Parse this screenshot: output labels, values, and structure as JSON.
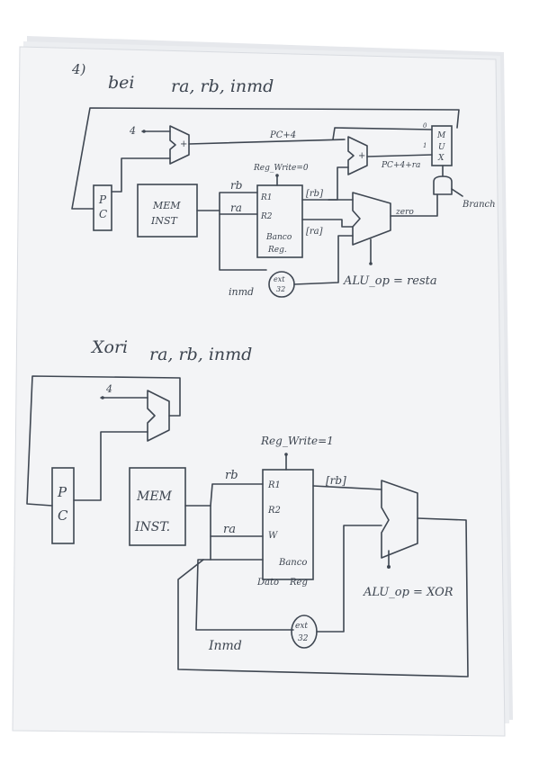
{
  "top_diagram": {
    "problem_number": "4)",
    "instruction": "bei",
    "operands": "ra, rb, inmd",
    "const_four": "4",
    "pc_plus_4": "PC+4",
    "reg_write": "Reg_Write=0",
    "pc_box": [
      "P",
      "C"
    ],
    "mem_inst": [
      "MEM",
      "INST"
    ],
    "rb": "rb",
    "ra": "ra",
    "r1": "R1",
    "r2": "R2",
    "banco": "Banco",
    "reg": "Reg.",
    "rb_val": "[rb]",
    "ra_val": "[ra]",
    "pc4_plus_ra": "PC+4+ra",
    "zero": "zero",
    "branch": "Branch",
    "mux": [
      "M",
      "U",
      "X"
    ],
    "mux_in0": "0",
    "mux_in1": "1",
    "inmd": "inmd",
    "ext": [
      "ext",
      "32"
    ],
    "alu_op": "ALU_op = resta"
  },
  "bottom_diagram": {
    "instruction": "Xori",
    "operands": "ra, rb, inmd",
    "const_four": "4",
    "reg_write": "Reg_Write=1",
    "pc_box": [
      "P",
      "C"
    ],
    "mem_inst": [
      "MEM",
      "INST."
    ],
    "rb": "rb",
    "ra": "ra",
    "r1": "R1",
    "r2": "R2",
    "w": "W",
    "banco": "Banco",
    "reg": "Reg",
    "dato": "Dato",
    "rb_val": "[rb]",
    "inmd": "Inmd",
    "ext": [
      "ext",
      "32"
    ],
    "alu_op": "ALU_op = XOR"
  }
}
